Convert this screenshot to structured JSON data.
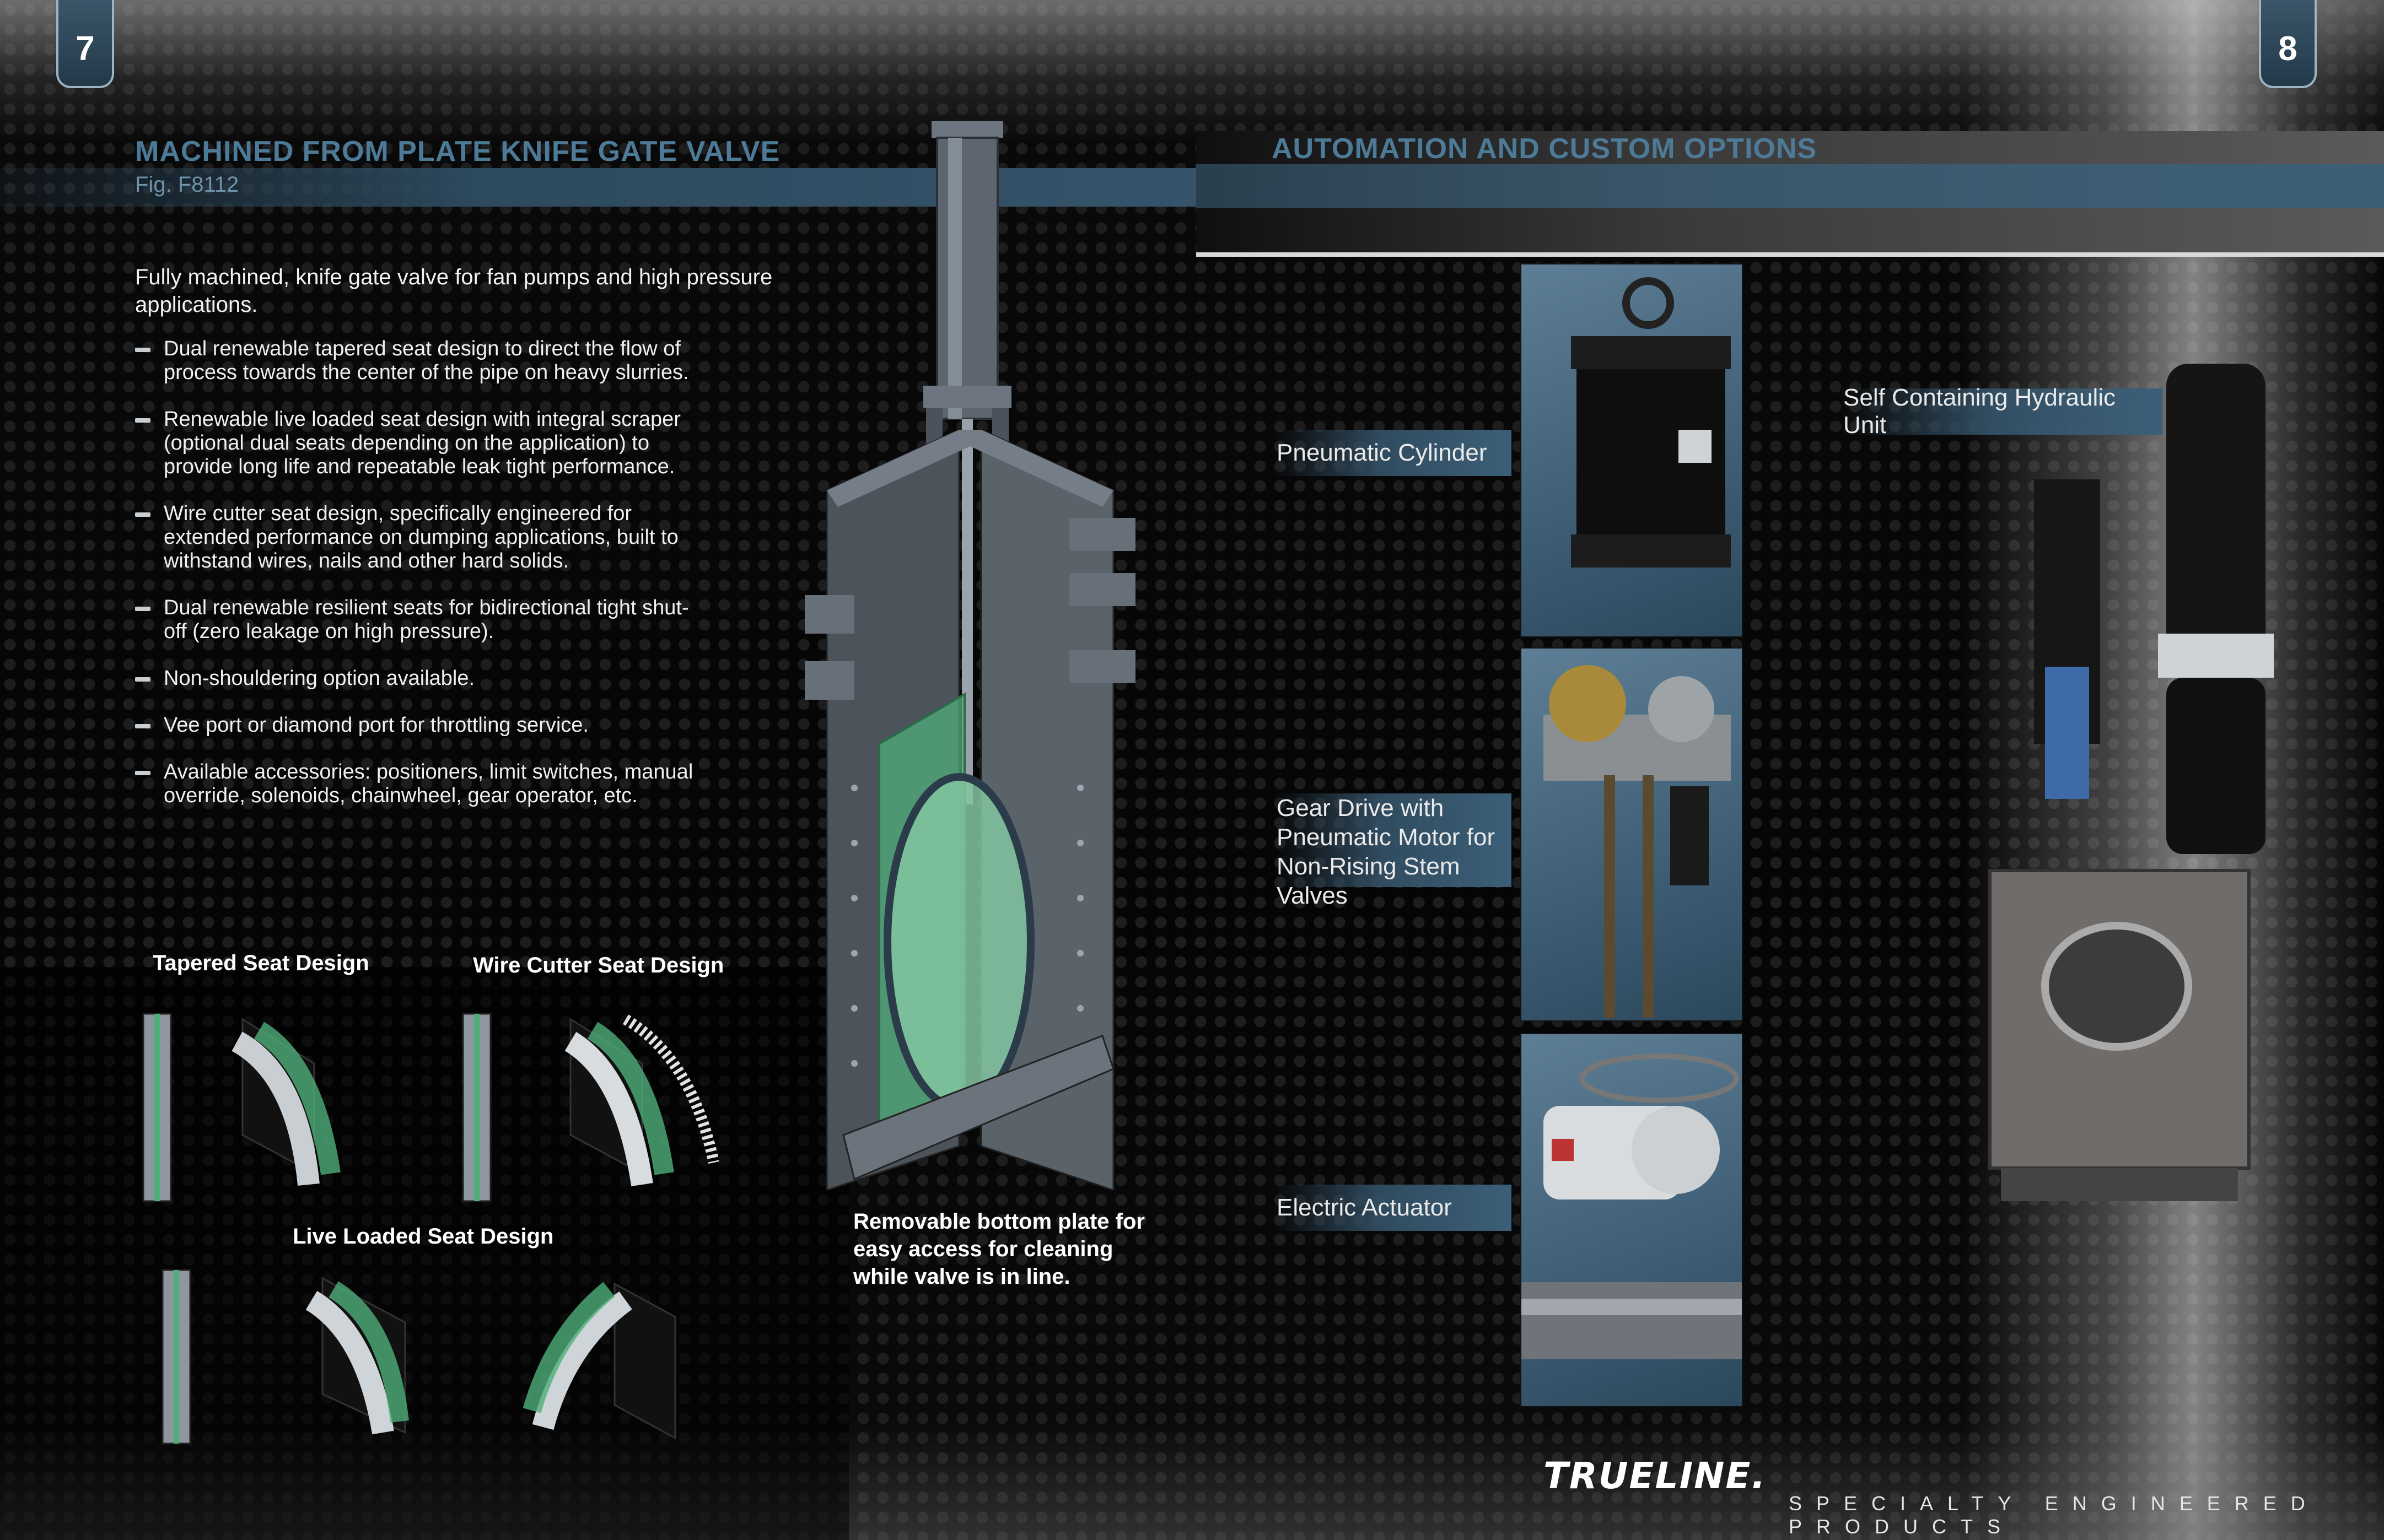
{
  "left_page": {
    "page_number": "7",
    "title": "MACHINED FROM PLATE KNIFE GATE VALVE",
    "figure": "Fig. F8112",
    "intro": "Fully machined, knife gate valve for fan pumps and high pressure applications.",
    "bullets": [
      "Dual renewable tapered seat design to direct the flow of process towards the center of the pipe on heavy slurries.",
      "Renewable live loaded seat design with integral scraper (optional dual seats depending on the application) to provide long life and repeatable leak tight performance.",
      "Wire cutter seat design, specifically engineered for extended performance on dumping applications, built to withstand wires, nails and other hard solids.",
      "Dual renewable resilient seats for bidirectional tight shut-off (zero leakage on high pressure).",
      "Non-shouldering option available.",
      "Vee port or diamond port for throttling service.",
      "Available accessories: positioners, limit switches, manual override, solenoids, chainwheel, gear operator, etc."
    ],
    "seat_designs": {
      "tapered": "Tapered Seat Design",
      "wire_cutter": "Wire Cutter Seat Design",
      "live_loaded": "Live Loaded Seat Design"
    },
    "bottom_plate_caption": "Removable bottom plate for easy access for cleaning while valve is in line."
  },
  "right_page": {
    "page_number": "8",
    "title": "AUTOMATION AND CUSTOM OPTIONS",
    "options": {
      "pneumatic": "Pneumatic Cylinder",
      "gear_drive": "Gear Drive with Pneumatic Motor for Non-Rising Stem Valves",
      "electric": "Electric Actuator",
      "hydraulic": "Self Containing Hydraulic Unit"
    },
    "logo": "TRUELINE.",
    "tagline": "SPECIALTY ENGINEERED PRODUCTS"
  },
  "colors": {
    "accent_blue": "#3b5f78",
    "title_blue": "#4d7a97",
    "valve_green": "#4fae7a"
  }
}
